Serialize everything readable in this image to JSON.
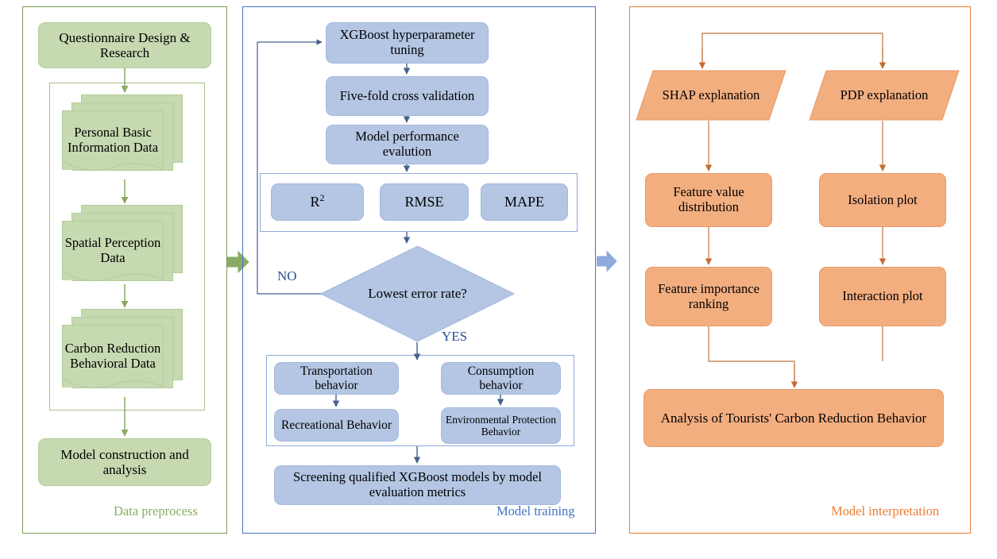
{
  "figure": {
    "type": "flowchart",
    "panels": [
      "Data preprocess",
      "Model training",
      "Model interpretation"
    ]
  },
  "colors": {
    "green_fill": "#c6d9b0",
    "green_border": "#7a9a55",
    "blue_fill": "#b4c6e3",
    "blue_border": "#4472c4",
    "orange_fill": "#f3ae80",
    "orange_border": "#ed7d31"
  },
  "panel1": {
    "label": "Data preprocess",
    "start": "Questionnaire Design & Research",
    "data_sources": [
      "Personal Basic Information Data",
      "Spatial Perception Data",
      "Carbon Reduction Behavioral Data"
    ],
    "end": "Model construction and analysis"
  },
  "panel2": {
    "label": "Model training",
    "tuning": "XGBoost hyperparameter tuning",
    "cross_validation": "Five-fold cross validation",
    "evaluation": "Model performance evalution",
    "metrics": [
      "R",
      "RMSE",
      "MAPE"
    ],
    "metric_superscript": "2",
    "decision": "Lowest error rate?",
    "branch_no": "NO",
    "branch_yes": "YES",
    "behaviors": [
      "Transportation behavior",
      "Consumption behavior",
      "Recreational Behavior",
      "Environmental Protection Behavior"
    ],
    "screening": "Screening qualified XGBoost models by model evaluation metrics"
  },
  "panel3": {
    "label": "Model interpretation",
    "methods": [
      "SHAP explanation",
      "PDP explanation"
    ],
    "shap_outputs": [
      "Feature value distribution",
      "Feature importance ranking"
    ],
    "pdp_outputs": [
      "Isolation plot",
      "Interaction plot"
    ],
    "conclusion": "Analysis of Tourists' Carbon Reduction Behavior"
  }
}
